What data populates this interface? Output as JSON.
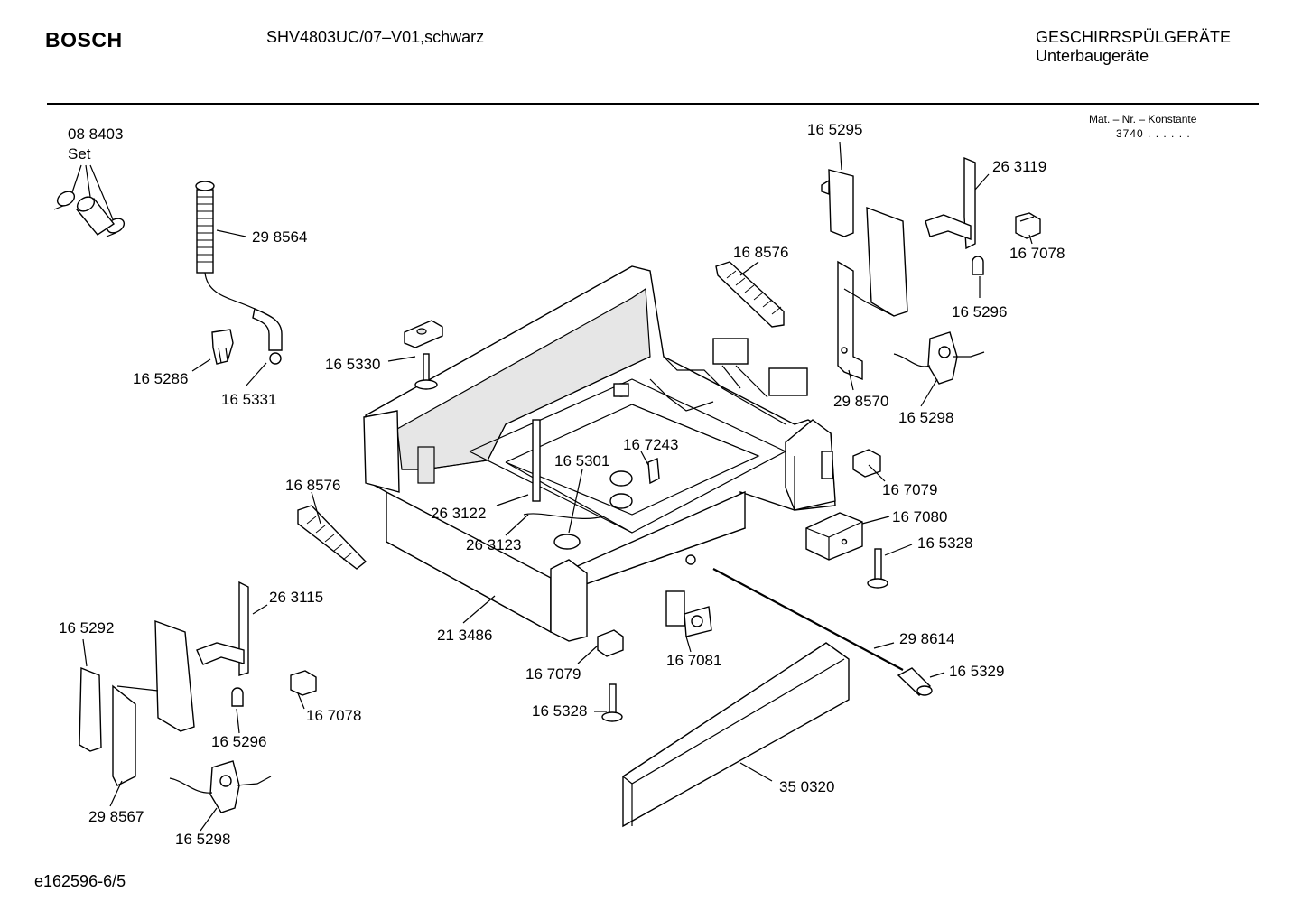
{
  "header": {
    "brand": "BOSCH",
    "model": "SHV4803UC/07–V01,schwarz",
    "category": "GESCHIRRSPÜLGERÄTE",
    "subcategory": "Unterbaugeräte",
    "mat_label": "Mat. – Nr. – Konstante",
    "mat_value": "3740  .  .    .  .  .  ."
  },
  "footer": {
    "code": "e162596-6/5"
  },
  "parts": [
    {
      "id": "p1",
      "number": "08 8403"
    },
    {
      "id": "p2",
      "number": "Set"
    },
    {
      "id": "p3",
      "number": "29 8564"
    },
    {
      "id": "p4",
      "number": "16 5286"
    },
    {
      "id": "p5",
      "number": "16 5331"
    },
    {
      "id": "p6",
      "number": "16 5330"
    },
    {
      "id": "p7",
      "number": "16 8576"
    },
    {
      "id": "p8",
      "number": "16 5295"
    },
    {
      "id": "p9",
      "number": "26 3119"
    },
    {
      "id": "p10",
      "number": "16 7078"
    },
    {
      "id": "p11",
      "number": "16 5296"
    },
    {
      "id": "p12",
      "number": "29 8570"
    },
    {
      "id": "p13",
      "number": "16 5298"
    },
    {
      "id": "p14",
      "number": "16 7243"
    },
    {
      "id": "p15",
      "number": "16 5301"
    },
    {
      "id": "p16",
      "number": "16 8576"
    },
    {
      "id": "p17",
      "number": "26 3122"
    },
    {
      "id": "p18",
      "number": "26 3123"
    },
    {
      "id": "p19",
      "number": "16 7079"
    },
    {
      "id": "p20",
      "number": "16 7080"
    },
    {
      "id": "p21",
      "number": "16 5328"
    },
    {
      "id": "p22",
      "number": "26 3115"
    },
    {
      "id": "p23",
      "number": "16 5292"
    },
    {
      "id": "p24",
      "number": "21 3486"
    },
    {
      "id": "p25",
      "number": "29 8614"
    },
    {
      "id": "p26",
      "number": "16 5329"
    },
    {
      "id": "p27",
      "number": "16 7079"
    },
    {
      "id": "p28",
      "number": "16 7081"
    },
    {
      "id": "p29",
      "number": "16 7078"
    },
    {
      "id": "p30",
      "number": "16 5296"
    },
    {
      "id": "p31",
      "number": "16 5328"
    },
    {
      "id": "p32",
      "number": "29 8567"
    },
    {
      "id": "p33",
      "number": "16 5298"
    },
    {
      "id": "p34",
      "number": "35 0320"
    }
  ]
}
